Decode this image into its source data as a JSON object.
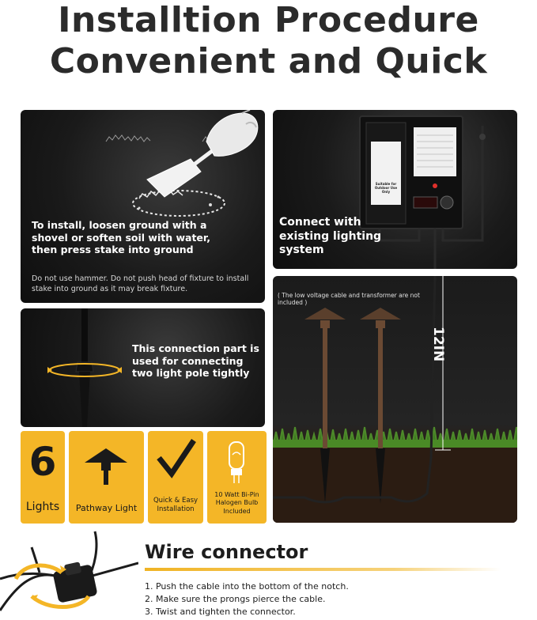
{
  "headline": {
    "line1": "Installtion Procedure",
    "line2": "Convenient and Quick"
  },
  "install_panel": {
    "instruction": "To install, loosen ground with a shovel or soften soil with water, then press stake into ground",
    "note": "Do not use hammer. Do not push head of fixture to install stake into ground as it may break fixture."
  },
  "connect_panel": {
    "text": "Connect with existing lighting system",
    "transformer_label": "Suitable for Outdoor Use Only"
  },
  "scene_panel": {
    "note": "( The low voltage cable and transformer are not included )",
    "height_label": "12IN"
  },
  "connection_panel": {
    "text": "This connection part is used for connecting two light pole tightly"
  },
  "feature_tiles": [
    {
      "number": "6",
      "label": "Lights",
      "icon": "number-icon"
    },
    {
      "label": "Pathway Light",
      "icon": "pathway-light-icon"
    },
    {
      "label": "Quick & Easy Installation",
      "icon": "checkmark-icon"
    },
    {
      "label": "10 Watt Bi-Pin Halogen Bulb Included",
      "icon": "halogen-bulb-icon"
    }
  ],
  "wire_connector": {
    "title": "Wire connector",
    "steps": [
      "1. Push the cable into the bottom of the notch.",
      "2. Make sure the prongs pierce the cable.",
      "3. Twist and tighten the connector."
    ]
  },
  "colors": {
    "accent": "#f4b627",
    "panel_bg": "#1a1a1a",
    "headline": "#2b2b2b"
  }
}
